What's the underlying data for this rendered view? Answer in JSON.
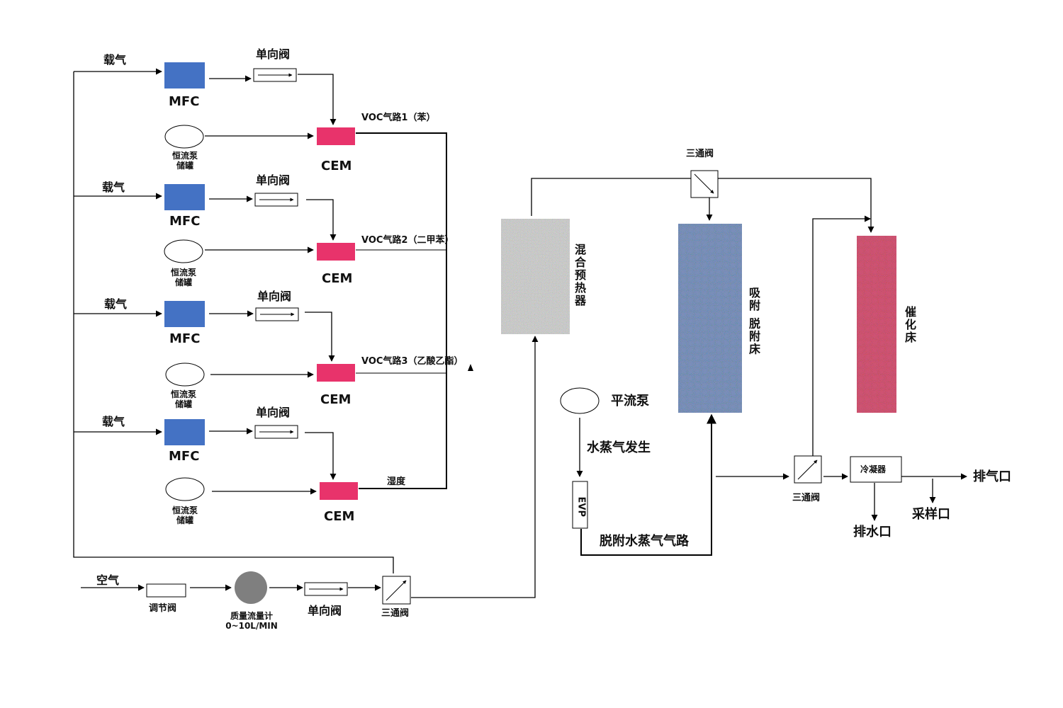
{
  "labels": {
    "carrier_gas": "载气",
    "mfc": "MFC",
    "check_valve": "单向阀",
    "pump_tank": "恒流泵\n储罐",
    "cem": "CEM",
    "voc1": "VOC气路1（苯）",
    "voc2": "VOC气路2（二甲苯）",
    "voc3": "VOC气路3（乙酸乙酯）",
    "humidity": "湿度",
    "air": "空气",
    "regulating_valve": "调节阀",
    "mass_flow_meter": "质量流量计\n0~10L/MIN",
    "three_way_valve": "三通阀",
    "mixing_preheater": "混合预热器",
    "adsorption_bed": "吸附 脱附床",
    "catalytic_bed": "催化床",
    "advection_pump": "平流泵",
    "steam_generation": "水蒸气发生",
    "evp": "EVP",
    "desorption_steam_line": "脱附水蒸气气路",
    "condenser": "冷凝器",
    "exhaust_port": "排气口",
    "drain_port": "排水口",
    "sampling_port": "采样口"
  },
  "colors": {
    "mfc": "#4472c4",
    "cem": "#e8336b",
    "meter": "#7f7f7f",
    "preheater": "#d9d9d9",
    "adsorber": "#5a78b8",
    "catalytic": "#d42c58",
    "line": "#000000"
  }
}
